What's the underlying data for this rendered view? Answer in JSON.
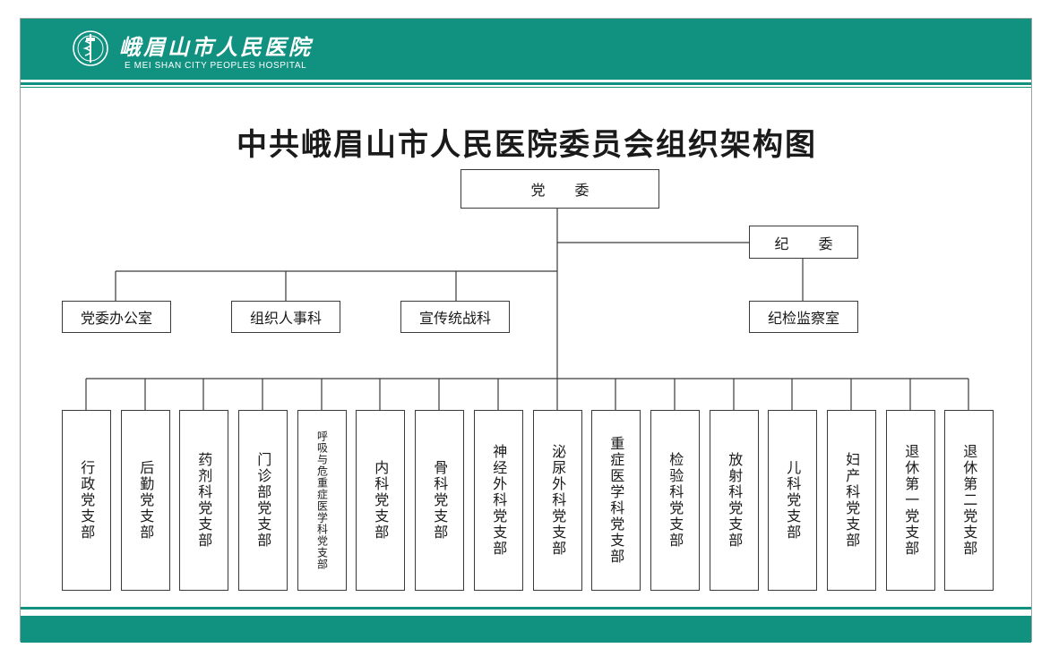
{
  "header": {
    "logo_cn": "峨眉山市人民医院",
    "logo_en": "E MEI SHAN CITY PEOPLES HOSPITAL",
    "brand_color": "#119180"
  },
  "title": "中共峨眉山市人民医院委员会组织架构图",
  "top": {
    "party_committee": "党  委",
    "discipline_committee": "纪  委"
  },
  "offices": [
    "党委办公室",
    "组织人事科",
    "宣传统战科"
  ],
  "inspection_office": "纪检监察室",
  "branches": [
    "行政党支部",
    "后勤党支部",
    "药剂科党支部",
    "门诊部党支部",
    "呼吸与危重症医学科党支部",
    "内科党支部",
    "骨科党支部",
    "神经外科党支部",
    "泌尿外科党支部",
    "重症医学科党支部",
    "检验科党支部",
    "放射科党支部",
    "儿科党支部",
    "妇产科党支部",
    "退休第一党支部",
    "退休第二党支部"
  ]
}
